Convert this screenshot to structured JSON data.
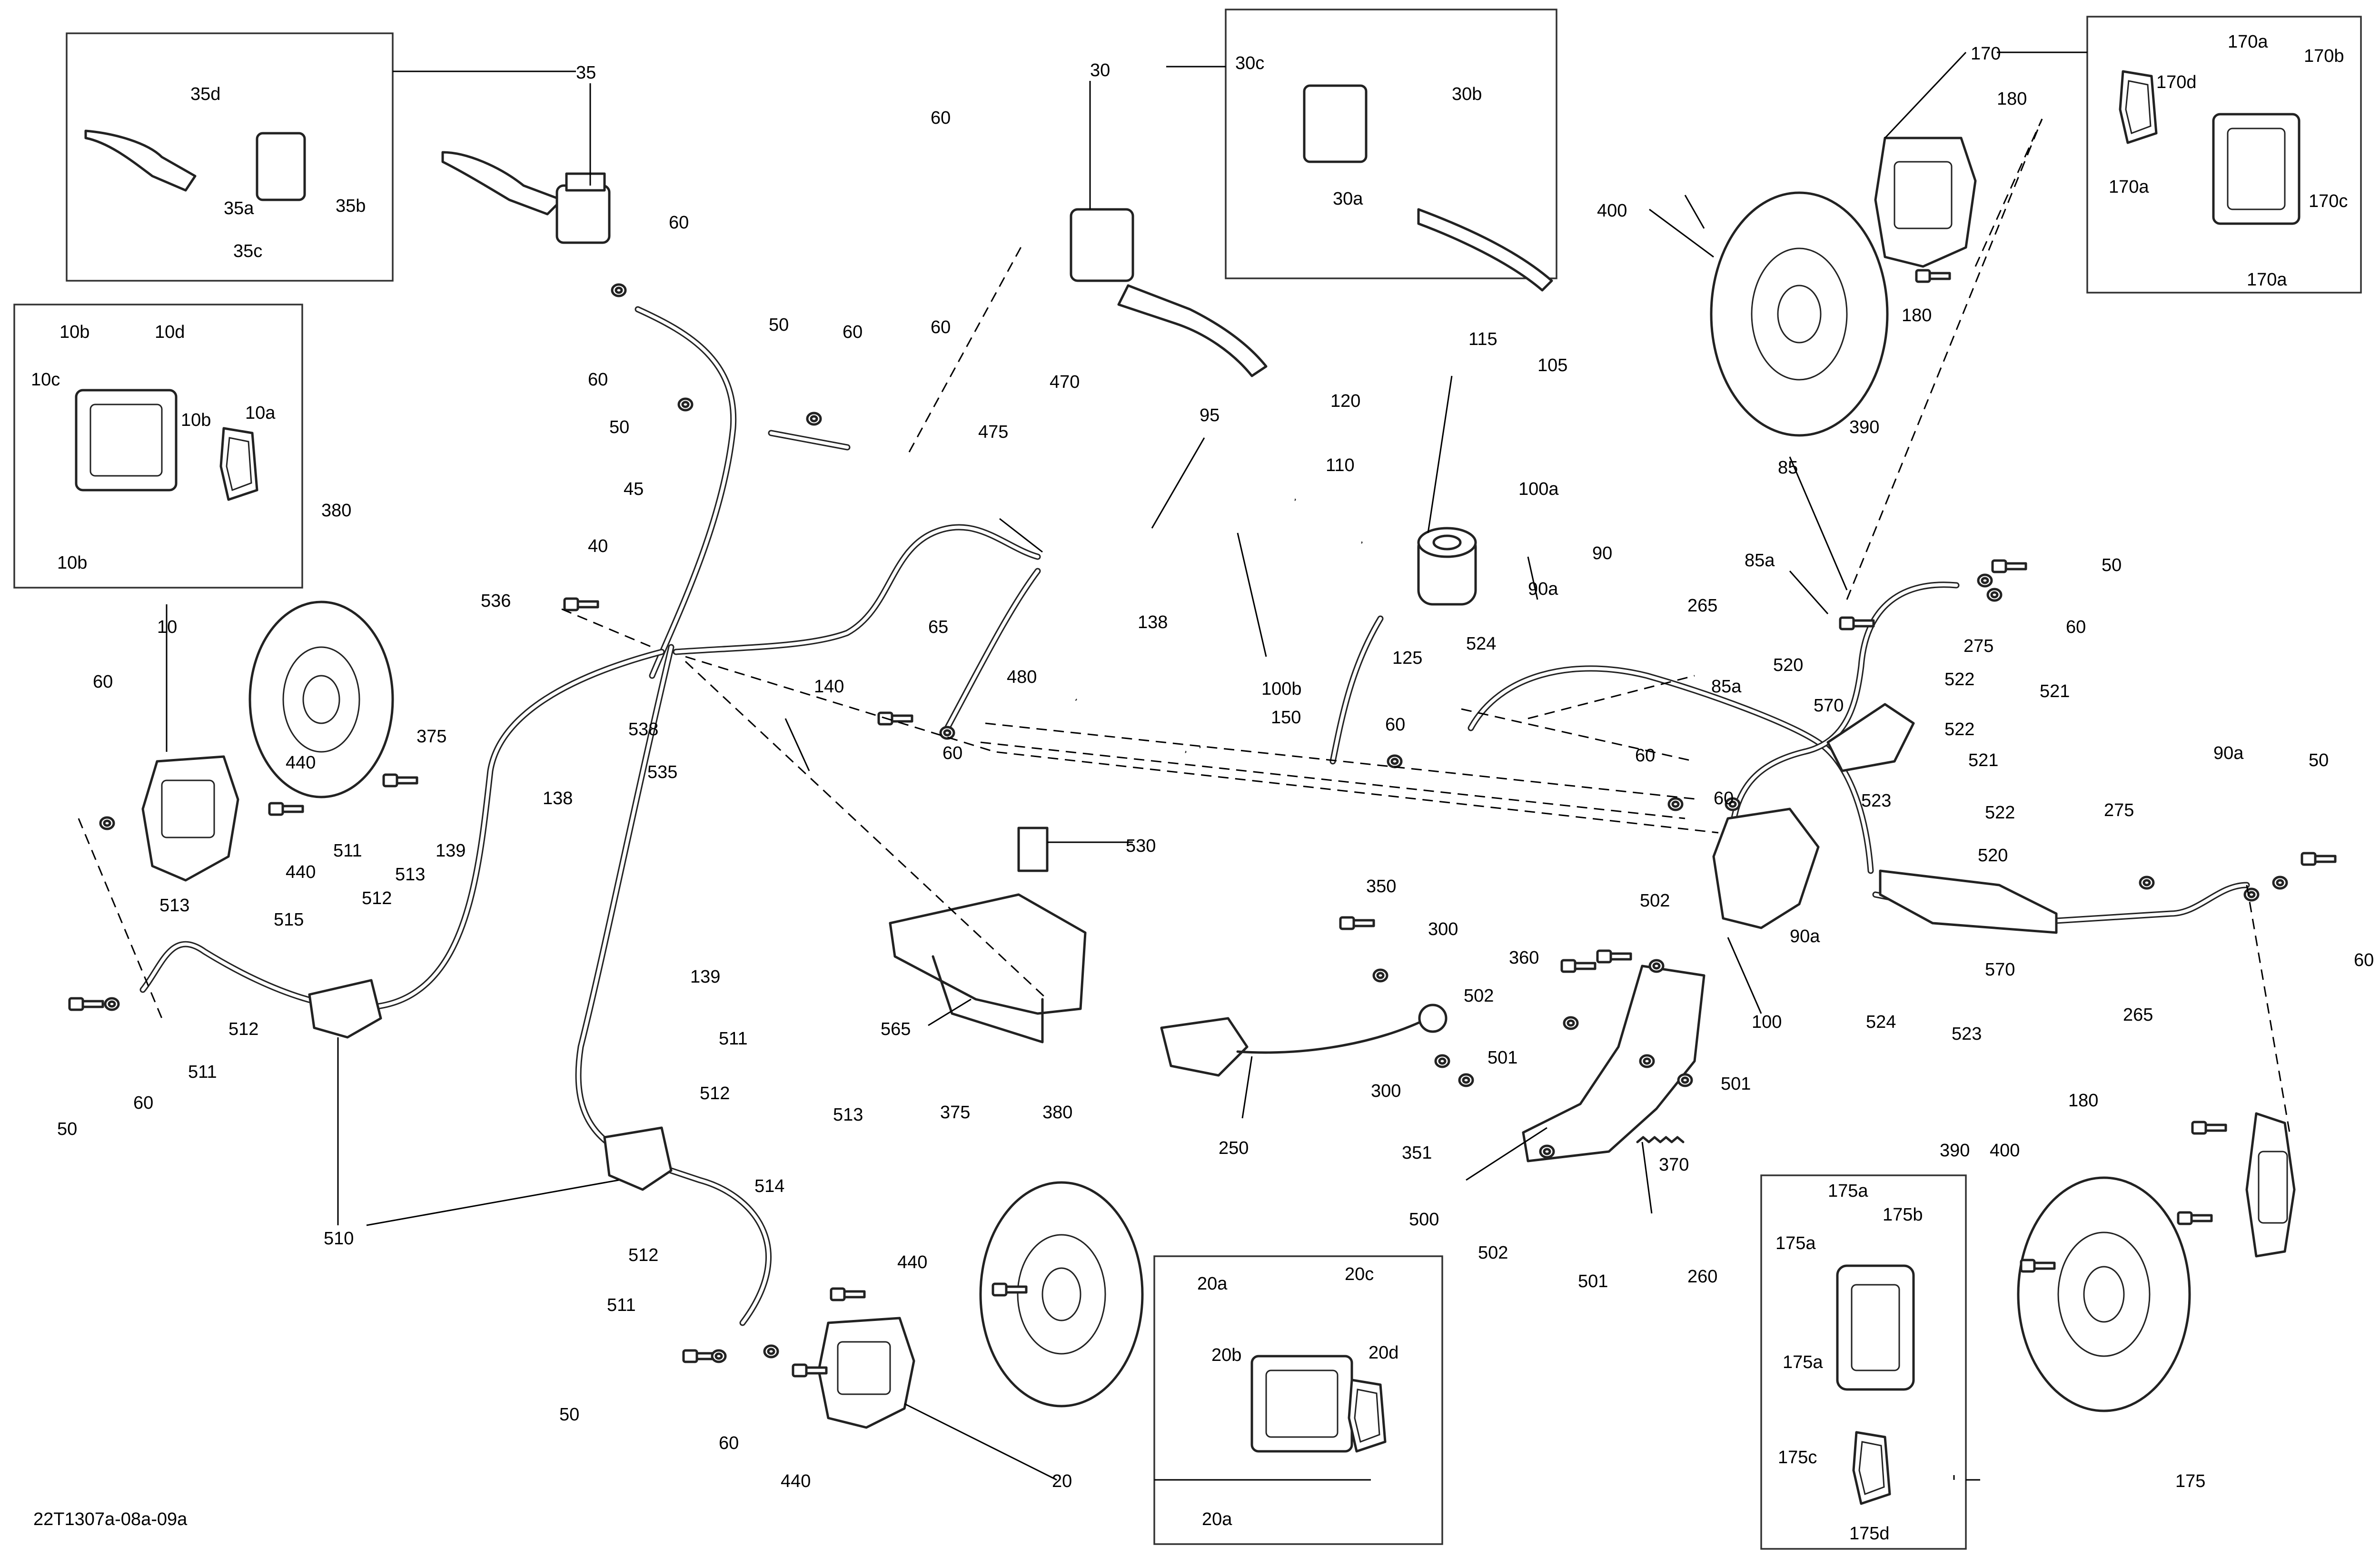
{
  "diagram_code": "22T1307a-08a-09a",
  "labels": {
    "l35": "35",
    "l35d": "35d",
    "l35a": "35a",
    "l35b": "35b",
    "l35c": "35c",
    "l30": "30",
    "l30c": "30c",
    "l30b": "30b",
    "l30a": "30a",
    "l170": "170",
    "l170a": "170a",
    "l170b": "170b",
    "l170c": "170c",
    "l170d": "170d",
    "l10": "10",
    "l10a": "10a",
    "l10b": "10b",
    "l10c": "10c",
    "l10d": "10d",
    "l20": "20",
    "l20a": "20a",
    "l20b": "20b",
    "l20c": "20c",
    "l20d": "20d",
    "l175": "175",
    "l175a": "175a",
    "l175b": "175b",
    "l175c": "175c",
    "l175d": "175d",
    "l40": "40",
    "l45": "45",
    "l50": "50",
    "l60": "60",
    "l65": "65",
    "l85": "85",
    "l85a": "85a",
    "l90": "90",
    "l90a": "90a",
    "l95": "95",
    "l100": "100",
    "l100a": "100a",
    "l100b": "100b",
    "l105": "105",
    "l110": "110",
    "l115": "115",
    "l120": "120",
    "l125": "125",
    "l138": "138",
    "l139": "139",
    "l140": "140",
    "l150": "150",
    "l180": "180",
    "l250": "250",
    "l260": "260",
    "l265": "265",
    "l275": "275",
    "l300": "300",
    "l350": "350",
    "l351": "351",
    "l360": "360",
    "l370": "370",
    "l375": "375",
    "l380": "380",
    "l390": "390",
    "l400": "400",
    "l440": "440",
    "l470": "470",
    "l475": "475",
    "l480": "480",
    "l500": "500",
    "l501": "501",
    "l502": "502",
    "l510": "510",
    "l511": "511",
    "l512": "512",
    "l513": "513",
    "l514": "514",
    "l515": "515",
    "l520": "520",
    "l521": "521",
    "l522": "522",
    "l523": "523",
    "l524": "524",
    "l530": "530",
    "l535": "535",
    "l536": "536",
    "l538": "538",
    "l565": "565",
    "l570": "570"
  },
  "icons": [
    "brake-lever-icon",
    "master-cylinder-icon",
    "brake-caliper-icon",
    "brake-disc-icon",
    "brake-pad-icon",
    "brake-pedal-icon",
    "reservoir-icon",
    "bracket-icon",
    "spring-icon",
    "bolt-icon",
    "washer-icon",
    "hose-icon"
  ],
  "colors": {
    "line": "#222222",
    "background": "#ffffff"
  }
}
